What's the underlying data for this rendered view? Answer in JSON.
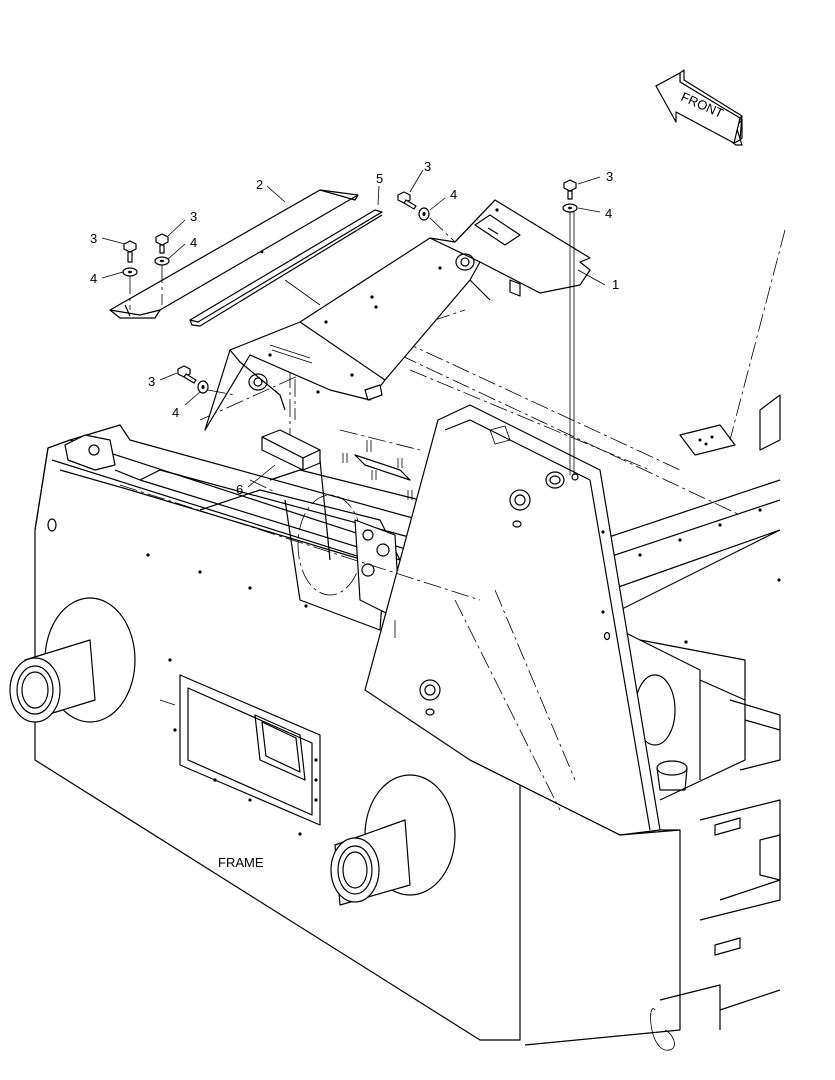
{
  "diagram": {
    "front_label": "FRONT",
    "frame_label": "FRAME",
    "callouts": {
      "c1": "1",
      "c2": "2",
      "c3a": "3",
      "c3b": "3",
      "c3c": "3",
      "c3d": "3",
      "c3e": "3",
      "c4a": "4",
      "c4b": "4",
      "c4c": "4",
      "c4d": "4",
      "c4e": "4",
      "c5": "5",
      "c6": "6"
    }
  }
}
